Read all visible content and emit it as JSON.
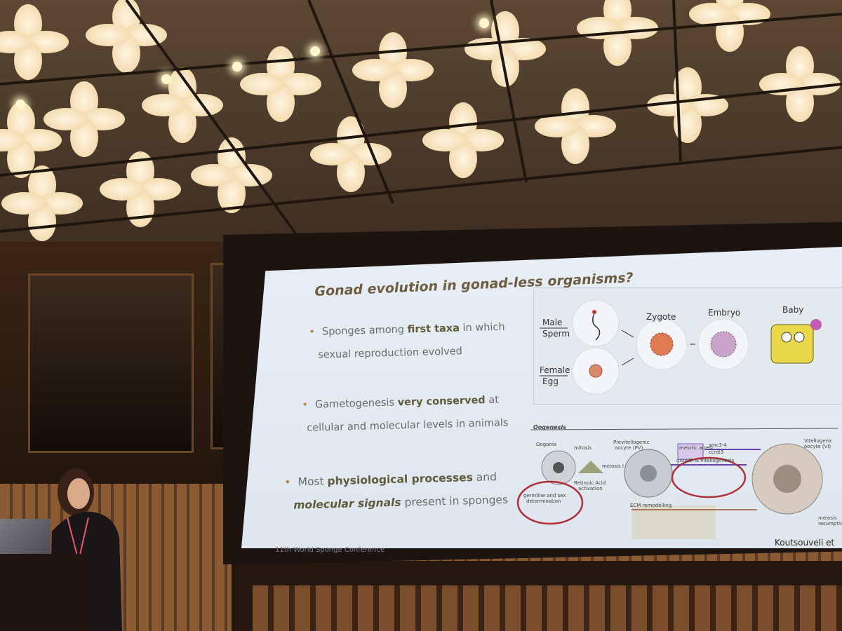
{
  "slide": {
    "title": "Gonad evolution in gonad-less organisms?",
    "bullets": [
      {
        "pre": "Sponges among ",
        "bold": "first taxa",
        "post": " in which",
        "line2": "sexual reproduction evolved"
      },
      {
        "pre": "Gametogenesis ",
        "bold": "very conserved",
        "post": " at",
        "line2": "cellular and molecular levels in animals"
      },
      {
        "pre": "Most ",
        "bold": "physiological processes",
        "post": " and",
        "line2_bold": "molecular signals",
        "line2_post": " present in sponges"
      }
    ],
    "figure_top": {
      "male": "Male",
      "sperm": "Sperm",
      "female": "Female",
      "egg": "Egg",
      "zygote": "Zygote",
      "embryo": "Embryo",
      "baby": "Baby"
    },
    "figure_bottom": {
      "heading": "Oogenesis",
      "oogonia": "Oogonia",
      "mitosis": "mitosis",
      "previtellogenic": "Previtellogenic",
      "previtellogenic2": "oocyte (PV)",
      "meiosis": "meiosis I",
      "retinoic": "Retinoic Acid",
      "activation": "activation",
      "meiotic_arrest": "meiotic arrest",
      "smc": "smc3-4",
      "ccnb": "ccnb3",
      "growth": "growth & vitellogenesis",
      "vitellogenic": "Vitellogenic",
      "vitellogenic2": "oocyte (VI)",
      "germline": "germline and sex",
      "determination": "determination",
      "ecm": "ECM remodelling",
      "meiosis_resume": "meiosis",
      "meiosis_resume2": "resumption"
    },
    "footer_conference": "11th World Sponge Conference",
    "footer_citation": "Koutsouveli et"
  },
  "colors": {
    "slide_bg": "#e8eef5",
    "title": "#6e5c41",
    "bold_text": "#5e5a3a",
    "bullet_dot": "#b28a48",
    "circle_red": "#b0303a",
    "arrow_purple": "#6a3fb0"
  }
}
